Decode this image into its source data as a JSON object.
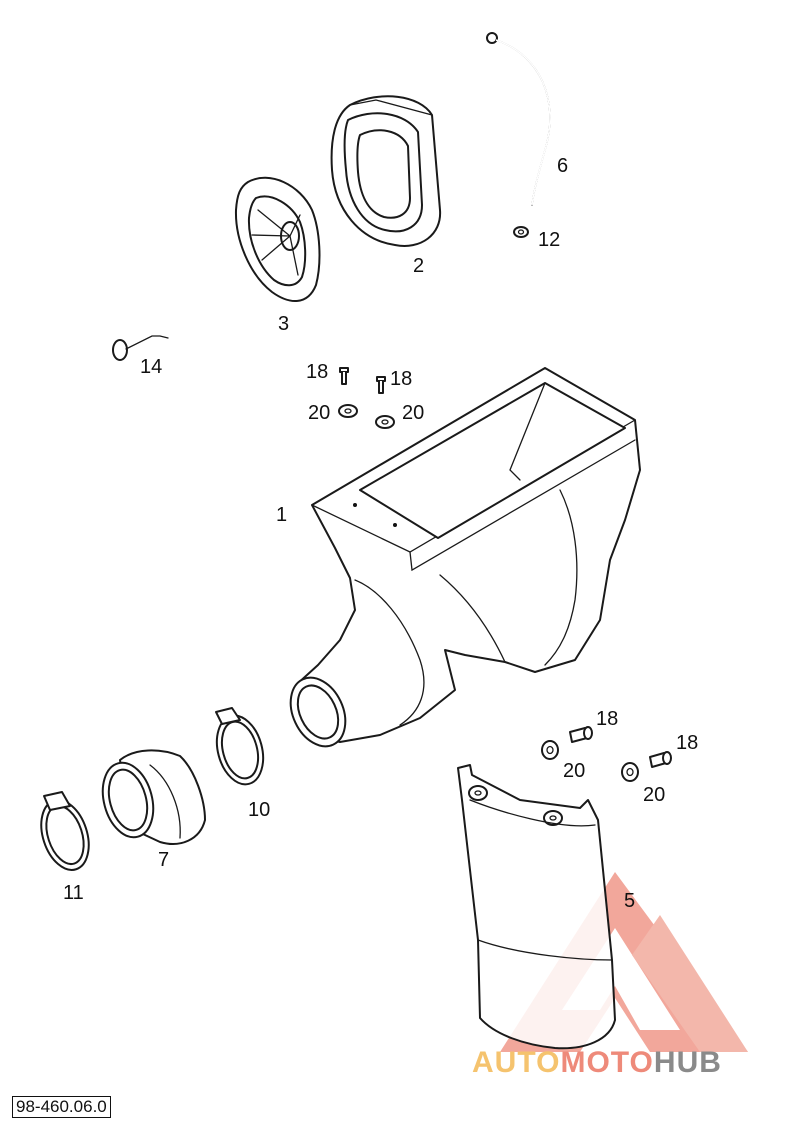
{
  "drawing_number": "98-460.06.0",
  "callouts": [
    {
      "id": "c1",
      "text": "1"
    },
    {
      "id": "c2",
      "text": "2"
    },
    {
      "id": "c3",
      "text": "3"
    },
    {
      "id": "c5",
      "text": "5"
    },
    {
      "id": "c6",
      "text": "6"
    },
    {
      "id": "c7",
      "text": "7"
    },
    {
      "id": "c10",
      "text": "10"
    },
    {
      "id": "c11",
      "text": "11"
    },
    {
      "id": "c12",
      "text": "12"
    },
    {
      "id": "c14",
      "text": "14"
    },
    {
      "id": "c18a",
      "text": "18"
    },
    {
      "id": "c18b",
      "text": "18"
    },
    {
      "id": "c18c",
      "text": "18"
    },
    {
      "id": "c18d",
      "text": "18"
    },
    {
      "id": "c20a",
      "text": "20"
    },
    {
      "id": "c20b",
      "text": "20"
    },
    {
      "id": "c20c",
      "text": "20"
    },
    {
      "id": "c20d",
      "text": "20"
    }
  ],
  "watermark": {
    "part_a": "AUTO",
    "part_b": "MOTO",
    "part_c": "HUB",
    "colors": {
      "red": "#ee8a7a",
      "yellow": "#f5c36e",
      "gray": "#8a8a8a"
    }
  }
}
